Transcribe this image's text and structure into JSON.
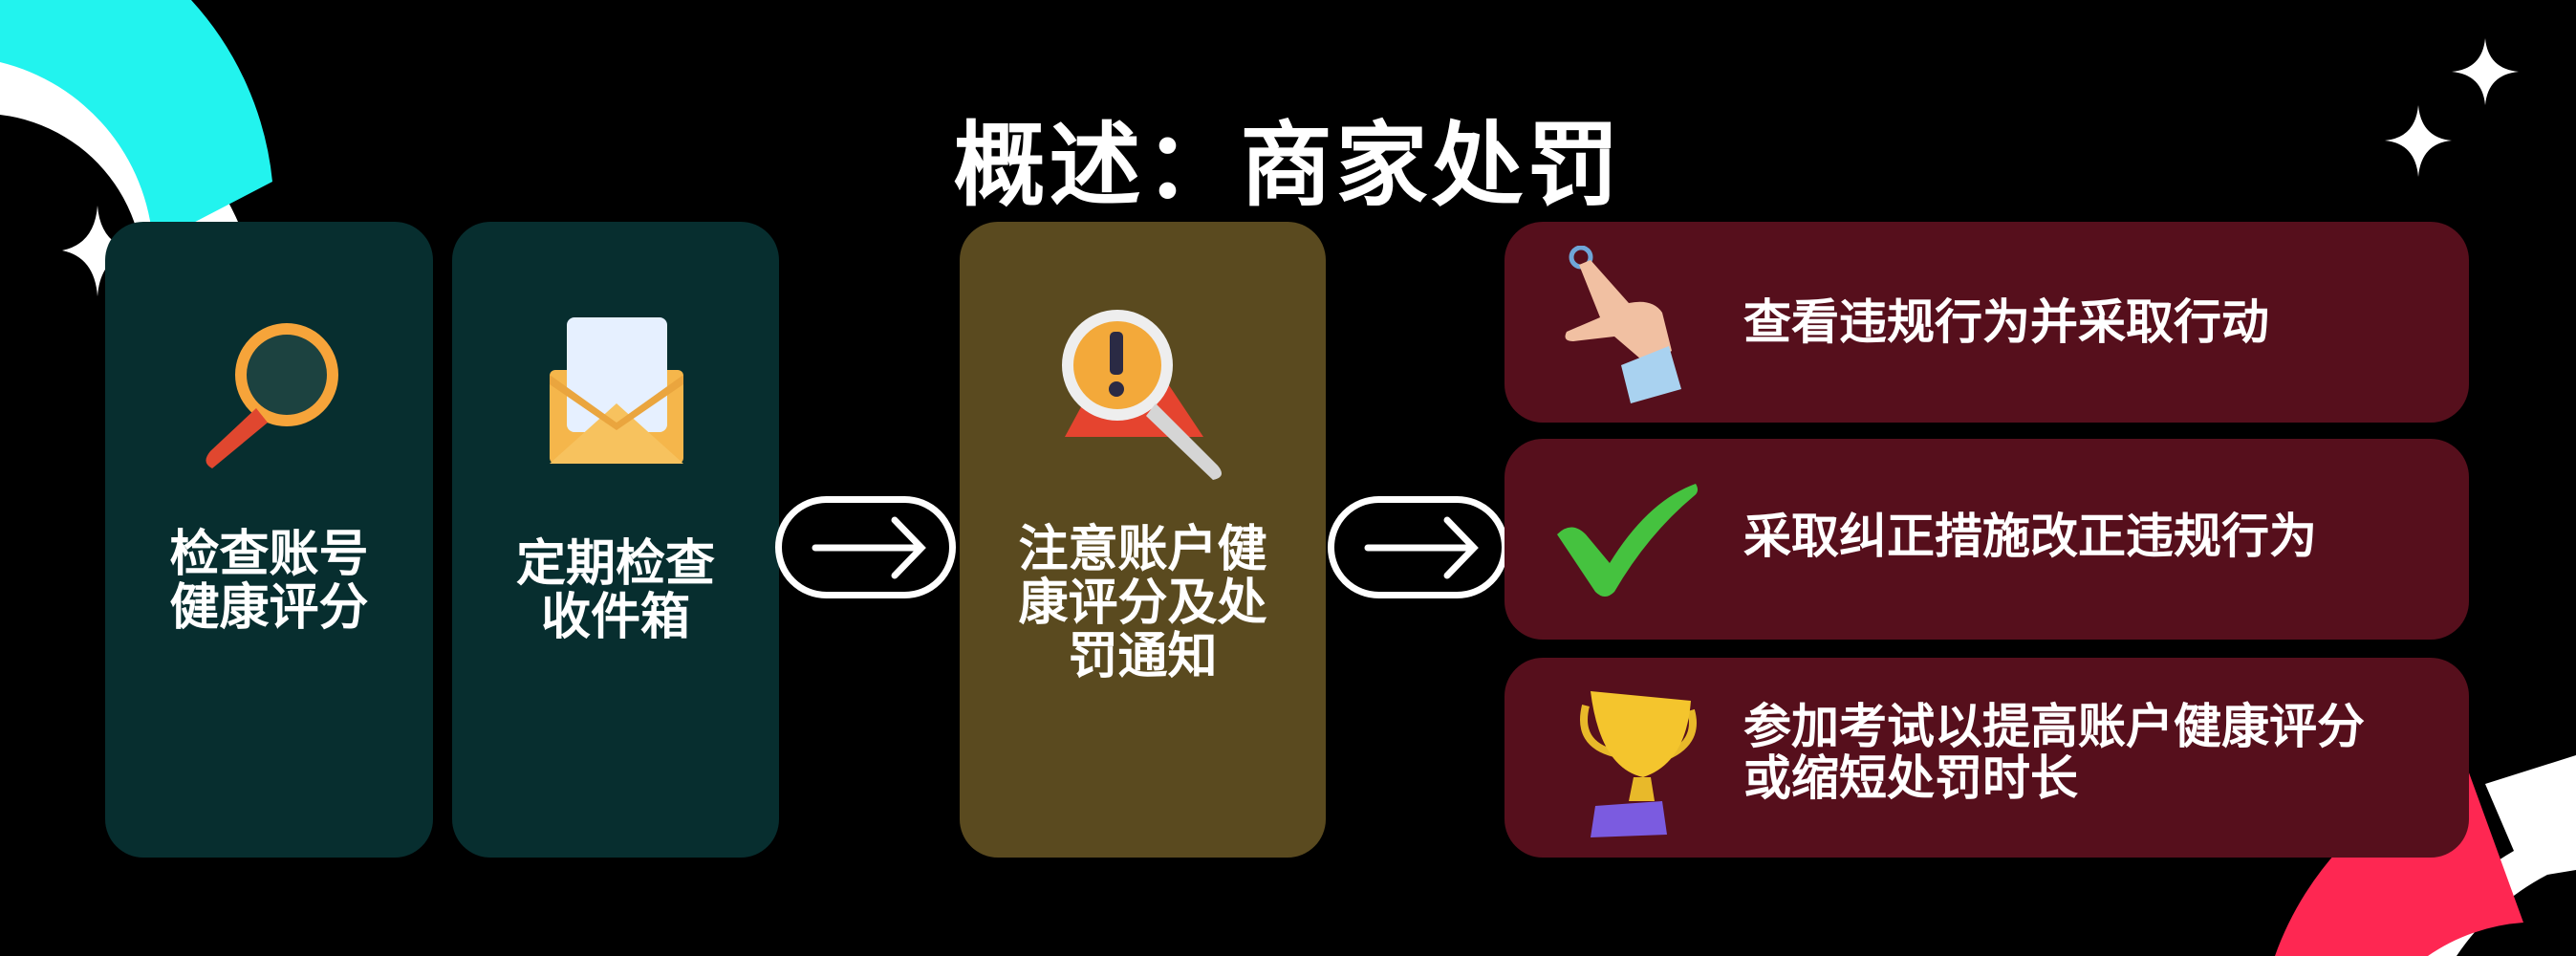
{
  "title": "概述：商家处罚",
  "steps": [
    {
      "label_lines": [
        "检查账号",
        "健康评分"
      ],
      "icon": "magnifier-icon"
    },
    {
      "label_lines": [
        "定期检查",
        "收件箱"
      ],
      "icon": "envelope-icon"
    },
    {
      "label_lines": [
        "注意账户健",
        "康评分及处",
        "罚通知"
      ],
      "icon": "warning-magnifier-icon"
    }
  ],
  "actions": [
    {
      "label_lines": [
        "查看违规行为并采取行动"
      ],
      "icon": "pointing-hand-icon"
    },
    {
      "label_lines": [
        "采取纠正措施改正违规行为"
      ],
      "icon": "checkmark-icon"
    },
    {
      "label_lines": [
        "参加考试以提高账户健康评分",
        "或缩短处罚时长"
      ],
      "icon": "trophy-icon"
    }
  ],
  "colors": {
    "teal_card": "#072e2f",
    "olive_card": "#5a4a1f",
    "maroon_card": "#560f1c",
    "cyan_accent": "#22f3ee",
    "red_accent": "#fe2752"
  }
}
